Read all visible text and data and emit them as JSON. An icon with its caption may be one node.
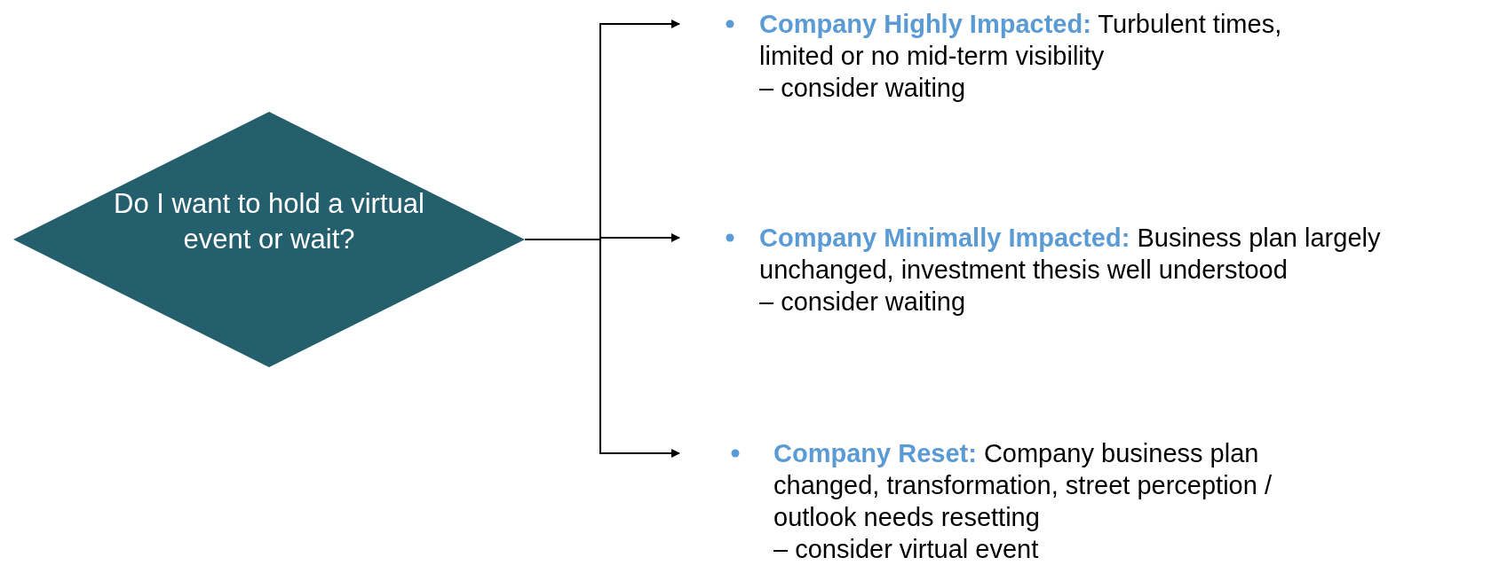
{
  "diagram": {
    "nodes": [
      {
        "text": [
          "Do I want to hold a virtual event or wait?"
        ]
      },
      {
        "text": [
          "**Company Highly Impacted:** Turbulent times, limited or no mid-term visibility",
          "– consider waiting"
        ]
      },
      {
        "text": [
          "**Company Minimally Impacted:** Business plan largely unchanged, investment thesis well understood",
          "– consider waiting"
        ]
      },
      {
        "text": [
          "**Company Reset:** Company business plan changed, transformation, street perception / outlook needs resetting",
          "– consider virtual event"
        ]
      }
    ],
    "edges": [
      {
        "from": 0,
        "to": 1,
        "arrow": "to"
      },
      {
        "from": 0,
        "to": 2,
        "arrow": "to"
      },
      {
        "from": 0,
        "to": 3,
        "arrow": "to"
      }
    ]
  }
}
